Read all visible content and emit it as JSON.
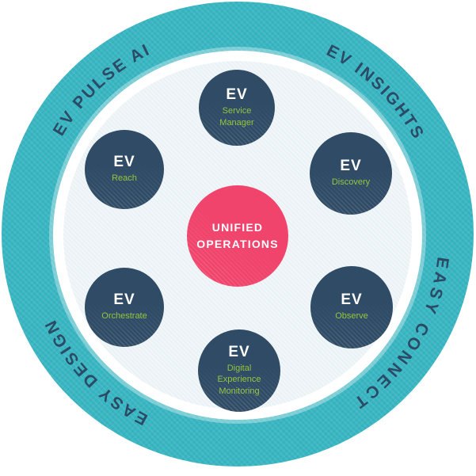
{
  "diagram": {
    "ring": {
      "labels": [
        {
          "text": "EV PULSE AI"
        },
        {
          "text": "EV INSIGHTS"
        },
        {
          "text": "EASY CONNECT"
        },
        {
          "text": "EASY DESIGN"
        }
      ]
    },
    "hub": {
      "title": "UNIFIED OPERATIONS"
    },
    "nodes": [
      {
        "brand": "EV",
        "label": "Service Manager"
      },
      {
        "brand": "EV",
        "label": "Reach"
      },
      {
        "brand": "EV",
        "label": "Discovery"
      },
      {
        "brand": "EV",
        "label": "Orchestrate"
      },
      {
        "brand": "EV",
        "label": "Observe"
      },
      {
        "brand": "EV",
        "label": "Digital Experience Monitoring"
      }
    ],
    "colors": {
      "ring_teal": "#38b6c2",
      "ring_text_navy": "#2b4a66",
      "node_navy": "#2f4b65",
      "node_label_green": "#93c43f",
      "hub_pink": "#f0446c",
      "inner_disc": "#f1f6f8",
      "text_white": "#ffffff"
    }
  }
}
